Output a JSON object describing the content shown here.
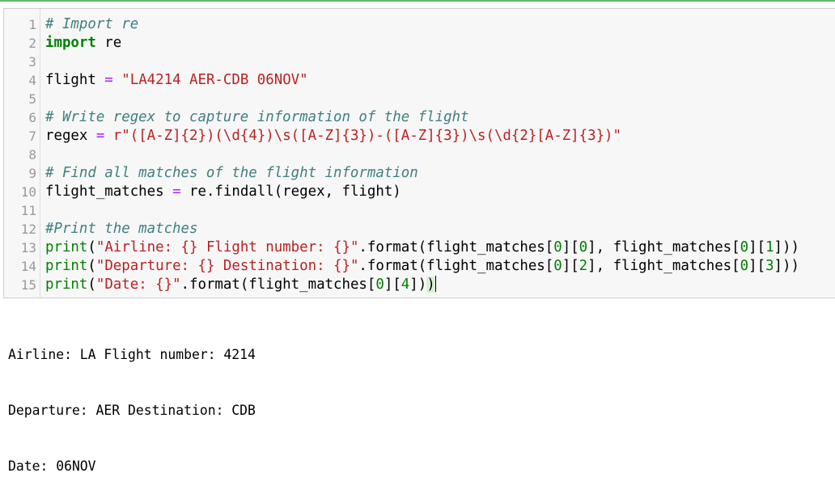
{
  "cell": {
    "line_numbers": [
      "1",
      "2",
      "3",
      "4",
      "5",
      "6",
      "7",
      "8",
      "9",
      "10",
      "11",
      "12",
      "13",
      "14",
      "15"
    ],
    "lines": [
      [
        {
          "t": "# Import re",
          "k": "comment"
        }
      ],
      [
        {
          "t": "import",
          "k": "keyword"
        },
        {
          "t": " re",
          "k": "text"
        }
      ],
      [],
      [
        {
          "t": "flight ",
          "k": "text"
        },
        {
          "t": "=",
          "k": "op"
        },
        {
          "t": " ",
          "k": "text"
        },
        {
          "t": "\"LA4214 AER-CDB 06NOV\"",
          "k": "string"
        }
      ],
      [],
      [
        {
          "t": "# Write regex to capture information of the flight",
          "k": "comment"
        }
      ],
      [
        {
          "t": "regex ",
          "k": "text"
        },
        {
          "t": "=",
          "k": "op"
        },
        {
          "t": " ",
          "k": "text"
        },
        {
          "t": "r\"([A-Z]{2})(\\d{4})\\s([A-Z]{3})-([A-Z]{3})\\s(\\d{2}[A-Z]{3})\"",
          "k": "string"
        }
      ],
      [],
      [
        {
          "t": "# Find all matches of the flight information",
          "k": "comment"
        }
      ],
      [
        {
          "t": "flight_matches ",
          "k": "text"
        },
        {
          "t": "=",
          "k": "op"
        },
        {
          "t": " re.findall(regex, flight)",
          "k": "text"
        }
      ],
      [],
      [
        {
          "t": "#Print the matches",
          "k": "comment"
        }
      ],
      [
        {
          "t": "print",
          "k": "builtin"
        },
        {
          "t": "(",
          "k": "text"
        },
        {
          "t": "\"Airline: {} Flight number: {}\"",
          "k": "string"
        },
        {
          "t": ".format(flight_matches[",
          "k": "text"
        },
        {
          "t": "0",
          "k": "number"
        },
        {
          "t": "][",
          "k": "text"
        },
        {
          "t": "0",
          "k": "number"
        },
        {
          "t": "], flight_matches[",
          "k": "text"
        },
        {
          "t": "0",
          "k": "number"
        },
        {
          "t": "][",
          "k": "text"
        },
        {
          "t": "1",
          "k": "number"
        },
        {
          "t": "]))",
          "k": "text"
        }
      ],
      [
        {
          "t": "print",
          "k": "builtin"
        },
        {
          "t": "(",
          "k": "text"
        },
        {
          "t": "\"Departure: {} Destination: {}\"",
          "k": "string"
        },
        {
          "t": ".format(flight_matches[",
          "k": "text"
        },
        {
          "t": "0",
          "k": "number"
        },
        {
          "t": "][",
          "k": "text"
        },
        {
          "t": "2",
          "k": "number"
        },
        {
          "t": "], flight_matches[",
          "k": "text"
        },
        {
          "t": "0",
          "k": "number"
        },
        {
          "t": "][",
          "k": "text"
        },
        {
          "t": "3",
          "k": "number"
        },
        {
          "t": "]))",
          "k": "text"
        }
      ],
      [
        {
          "t": "print",
          "k": "builtin"
        },
        {
          "t": "(",
          "k": "text"
        },
        {
          "t": "\"Date: {}\"",
          "k": "string"
        },
        {
          "t": ".format(flight_matches[",
          "k": "text"
        },
        {
          "t": "0",
          "k": "number"
        },
        {
          "t": "][",
          "k": "text"
        },
        {
          "t": "4",
          "k": "number"
        },
        {
          "t": "])",
          "k": "text"
        },
        {
          "t": ")",
          "k": "bracket-hl"
        },
        {
          "t": "",
          "k": "cursor"
        }
      ]
    ]
  },
  "output": {
    "lines": [
      "Airline: LA Flight number: 4214",
      "Departure: AER Destination: CDB",
      "Date: 06NOV"
    ]
  },
  "colors": {
    "comment": "#408080",
    "keyword": "#008000",
    "string": "#ba2121",
    "operator": "#aa22ff",
    "number": "#008000",
    "cell_background": "#f7f7f7",
    "active_border": "#66bb6a"
  }
}
